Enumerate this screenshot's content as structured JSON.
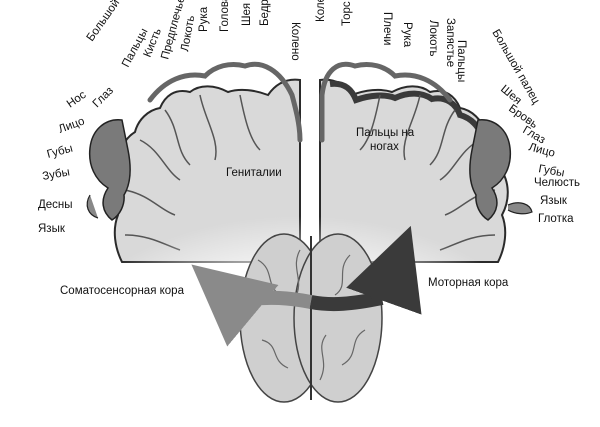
{
  "sensory": {
    "title": "Соматосенсорная кора",
    "region_label": "Гениталии",
    "labels": [
      "Голова",
      "Рука",
      "Локоть",
      "Предплечье",
      "Кисть",
      "Пальцы",
      "Большой палец",
      "Глаз",
      "Нос",
      "Лицо",
      "Губы",
      "Зубы",
      "Десны",
      "Язык",
      "Шея",
      "Бедро",
      "Колено"
    ]
  },
  "motor": {
    "title": "Моторная кора",
    "region_label": "Пальцы на ногах",
    "region_label_lines": [
      "Пальцы на",
      "ногах"
    ],
    "labels": [
      "Колено",
      "Торс",
      "Плечи",
      "Рука",
      "Локоть",
      "Запястье",
      "Пальцы",
      "Большой палец",
      "Шея",
      "Бровь",
      "Глаз",
      "Лицо",
      "Губы",
      "Челюсть",
      "Язык",
      "Глотка"
    ]
  },
  "colors": {
    "cortex_fill": "#d9d9d9",
    "cortex_stroke": "#2a2a2a",
    "motor_band": "#3a3a3a",
    "arrow_light": "#8a8a8a",
    "arrow_dark": "#3a3a3a",
    "brain_fill": "#cfcfcf"
  }
}
